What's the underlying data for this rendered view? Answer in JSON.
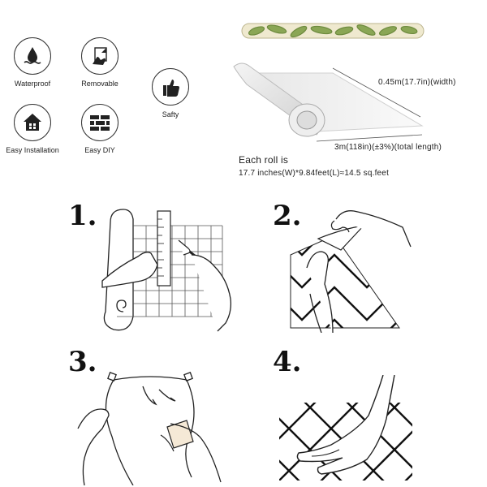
{
  "features": {
    "waterproof": "Waterproof",
    "removable": "Removable",
    "safety": "Safty",
    "easy_installation": "Easy Installation",
    "easy_diy": "Easy DIY"
  },
  "dimensions": {
    "width": "0.45m(17.7in)(width)",
    "length": "3m(118in)(±3%)(total length)",
    "roll_title": "Each roll is",
    "roll_detail": "17.7 inches(W)*9.84feet(L)≈14.5 sq.feet"
  },
  "steps": {
    "s1": "1.",
    "s2": "2.",
    "s3": "3.",
    "s4": "4."
  },
  "icons": {
    "waterproof": "water-drop-icon",
    "removable": "peel-hand-icon",
    "safety": "thumbs-up-icon",
    "easy_installation": "house-icon",
    "easy_diy": "brick-wall-icon"
  }
}
